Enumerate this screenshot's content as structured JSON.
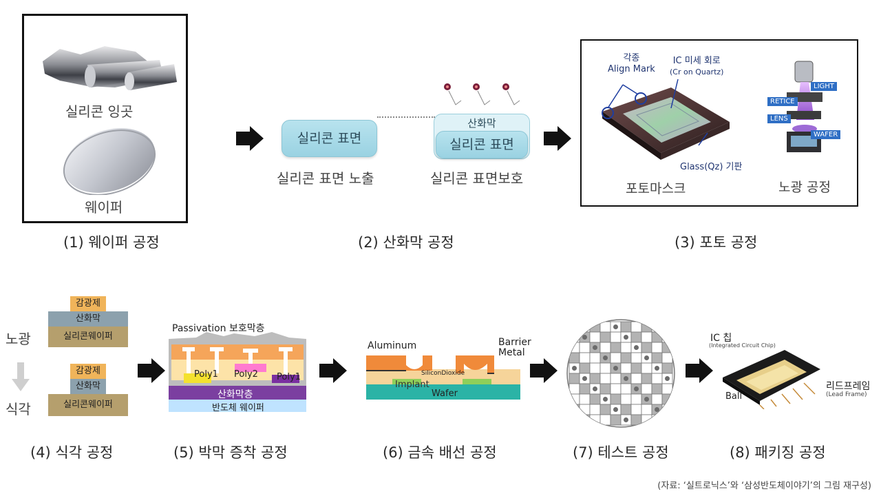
{
  "step1": {
    "ingot_label": "실리콘 잉곳",
    "wafer_label": "웨이퍼",
    "caption": "(1) 웨이퍼 공정"
  },
  "step2": {
    "surface_label_a": "실리콘 표면",
    "surface_label_b": "실리콘 표면",
    "oxide_label": "산화막",
    "exposed_label": "실리콘 표면 노출",
    "protect_label": "실리콘 표면보호",
    "caption": "(2) 산화막 공정"
  },
  "step3": {
    "align_mark_label_1": "각종",
    "align_mark_label_2": "Align Mark",
    "ic_label_1": "IC 미세 회로",
    "ic_label_2": "(Cr on Quartz)",
    "glass_label": "Glass(Qz) 기판",
    "photomask_label": "포토마스크",
    "light_label": "LIGHT",
    "retice_label": "RETICE",
    "lens_label": "LENS",
    "wafer_tag_label": "WAFER",
    "exposure_label": "노광 공정",
    "caption": "(3) 포토 공정"
  },
  "step4": {
    "expose_side_label": "노광",
    "etch_side_label": "식각",
    "top_stack": [
      "감광제",
      "산화막",
      "실리콘웨이퍼"
    ],
    "bottom_stack": [
      "감광제",
      "산화막",
      "실리콘웨이퍼"
    ],
    "caption": "(4) 식각 공정"
  },
  "step5": {
    "passivation_label": "Passivation 보호막층",
    "poly1_left": "Poly1",
    "poly2": "Poly2",
    "poly1_right": "Poly1",
    "oxide_layer_label": "산화막층",
    "wafer_label": "반도체 웨이퍼",
    "caption": "(5) 박막 증착 공정"
  },
  "step6": {
    "aluminum_label": "Aluminum",
    "barrier_label_1": "Barrier",
    "barrier_label_2": "Metal",
    "sio2_label": "SiliconDioxide",
    "implant_label": "Implant",
    "wafer_label": "Wafer",
    "caption": "(6) 금속 배선 공정"
  },
  "step7": {
    "caption": "(7) 테스트 공정"
  },
  "step8": {
    "ic_chip_label": "IC 칩",
    "ic_chip_sub": "(Integrated Circuit Chip)",
    "ball_label": "Ball",
    "lead_label": "리드프레임",
    "lead_sub": "(Lead Frame)",
    "caption": "(8) 패키징 공정"
  },
  "source_note": "(자료: ‘실트로닉스’와 ‘삼성반도체이야기’의 그림 재구성)",
  "colors": {
    "arrow": "#111111",
    "surface_blue": "#a8dbe8",
    "photoresist": "#f0b45a",
    "oxide": "#8ca1ad",
    "silicon_wafer": "#b59f6d",
    "passivation": "#bdbdbd",
    "orange_layer": "#f5a55a",
    "purple_layer": "#7b3fa0",
    "wafer_teal": "#2bb3a6",
    "test_gray": "#9a9a9a"
  }
}
